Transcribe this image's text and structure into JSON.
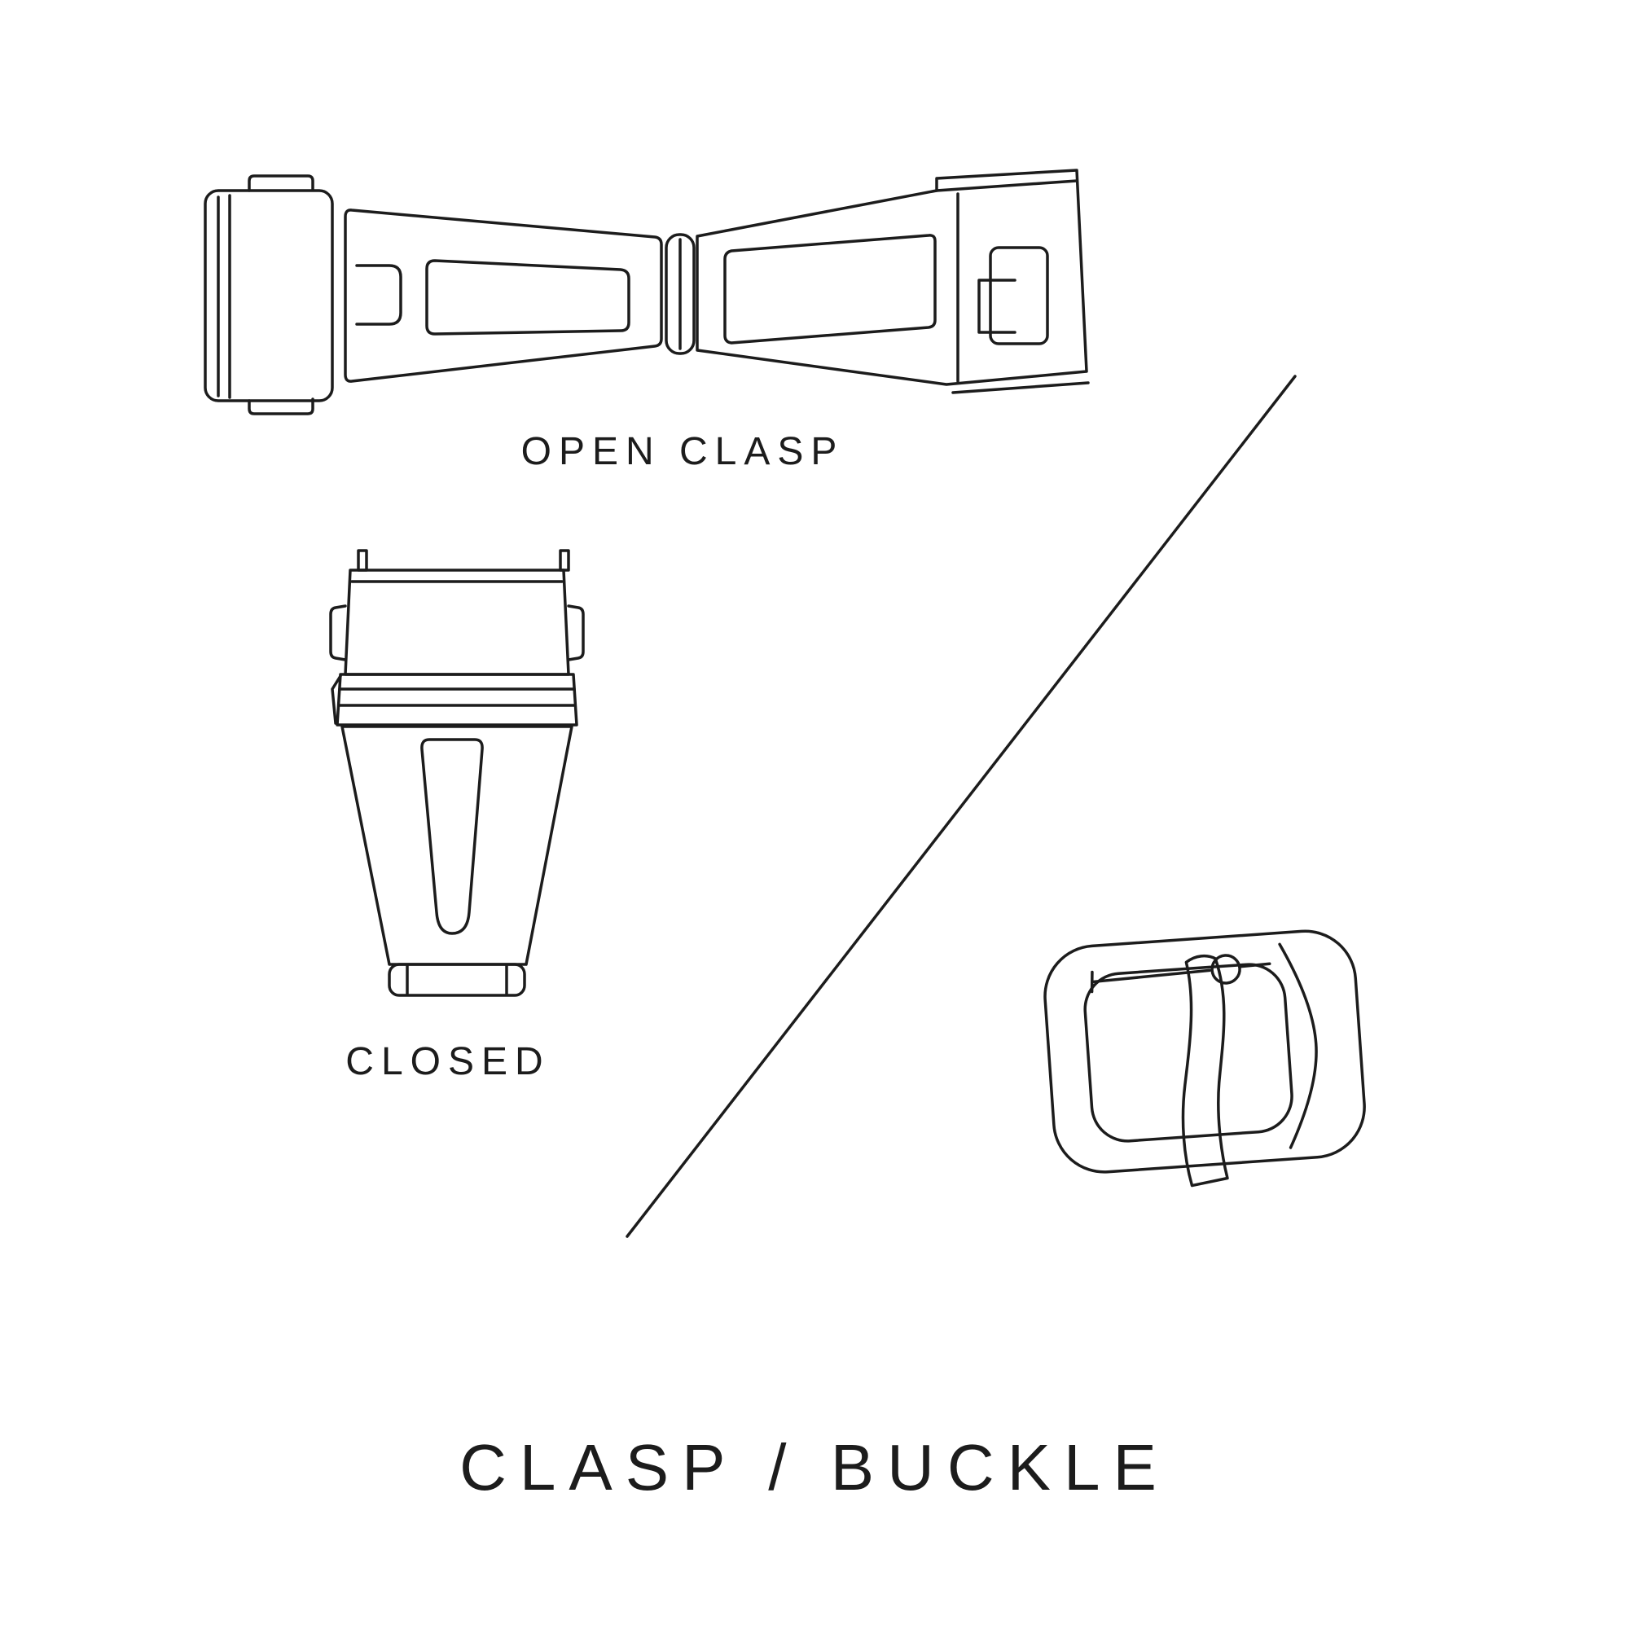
{
  "page": {
    "background": "#ffffff",
    "ink": "#1c1c1c"
  },
  "labels": {
    "open_clasp": "OPEN CLASP",
    "closed": "CLOSED",
    "title": "CLASP / BUCKLE"
  },
  "figures": [
    {
      "name": "open-clasp-illustration",
      "meaning": "open butterfly deployant clasp, line drawing"
    },
    {
      "name": "closed-clasp-illustration",
      "meaning": "closed deployant clasp, line drawing"
    },
    {
      "name": "tang-buckle-illustration",
      "meaning": "pin tang buckle, line drawing"
    },
    {
      "name": "diagonal-divider-line",
      "meaning": "thin diagonal separator"
    }
  ]
}
